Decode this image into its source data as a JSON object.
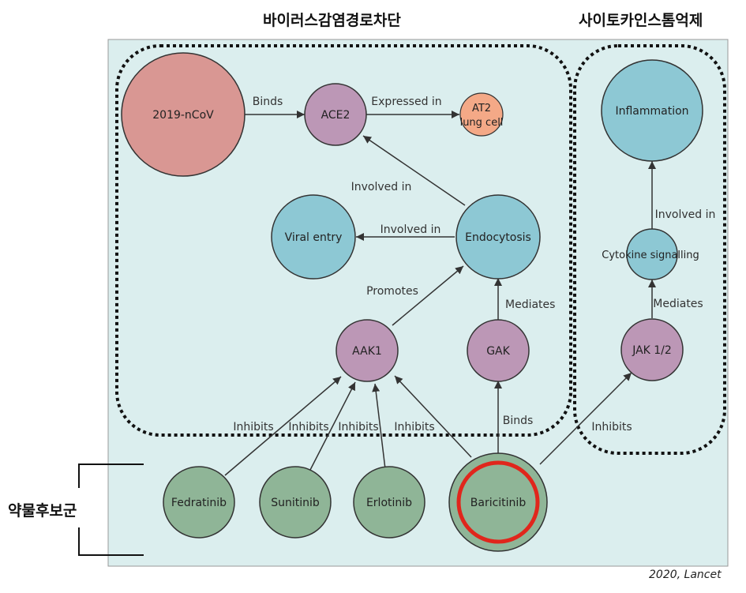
{
  "headings": {
    "viral_entry_block": "바이러스감염경로차단",
    "cytokine_inhibition": "사이토카인스톰억제",
    "drug_candidates": "약물후보군"
  },
  "citation": "2020, Lancet",
  "colors": {
    "panel_bg": "#dbeeee",
    "virus": "#d99793",
    "receptor": "#bc97b6",
    "cell": "#f4a987",
    "process": "#8dc8d4",
    "drug": "#8fb597",
    "highlight": "#e0261c"
  },
  "nodes": {
    "ncov": "2019-nCoV",
    "ace2": "ACE2",
    "at2_line1": "AT2",
    "at2_line2": "lung cell",
    "viral_entry": "Viral entry",
    "endocytosis": "Endocytosis",
    "aak1": "AAK1",
    "gak": "GAK",
    "inflammation": "Inflammation",
    "cytokine": "Cytokine signalling",
    "jak": "JAK 1/2",
    "fedratinib": "Fedratinib",
    "sunitinib": "Sunitinib",
    "erlotinib": "Erlotinib",
    "baricitinib": "Baricitinib"
  },
  "edges": {
    "binds": "Binds",
    "expressed_in": "Expressed in",
    "involved_in_ace2": "Involved in",
    "involved_in_viral": "Involved in",
    "promotes": "Promotes",
    "mediates_gak": "Mediates",
    "involved_in_inflam": "Involved in",
    "mediates_jak": "Mediates",
    "inhibits_fedratinib": "Inhibits",
    "inhibits_sunitinib": "Inhibits",
    "inhibits_erlotinib": "Inhibits",
    "inhibits_baricitinib_aak1": "Inhibits",
    "binds_gak": "Binds",
    "inhibits_jak": "Inhibits"
  }
}
